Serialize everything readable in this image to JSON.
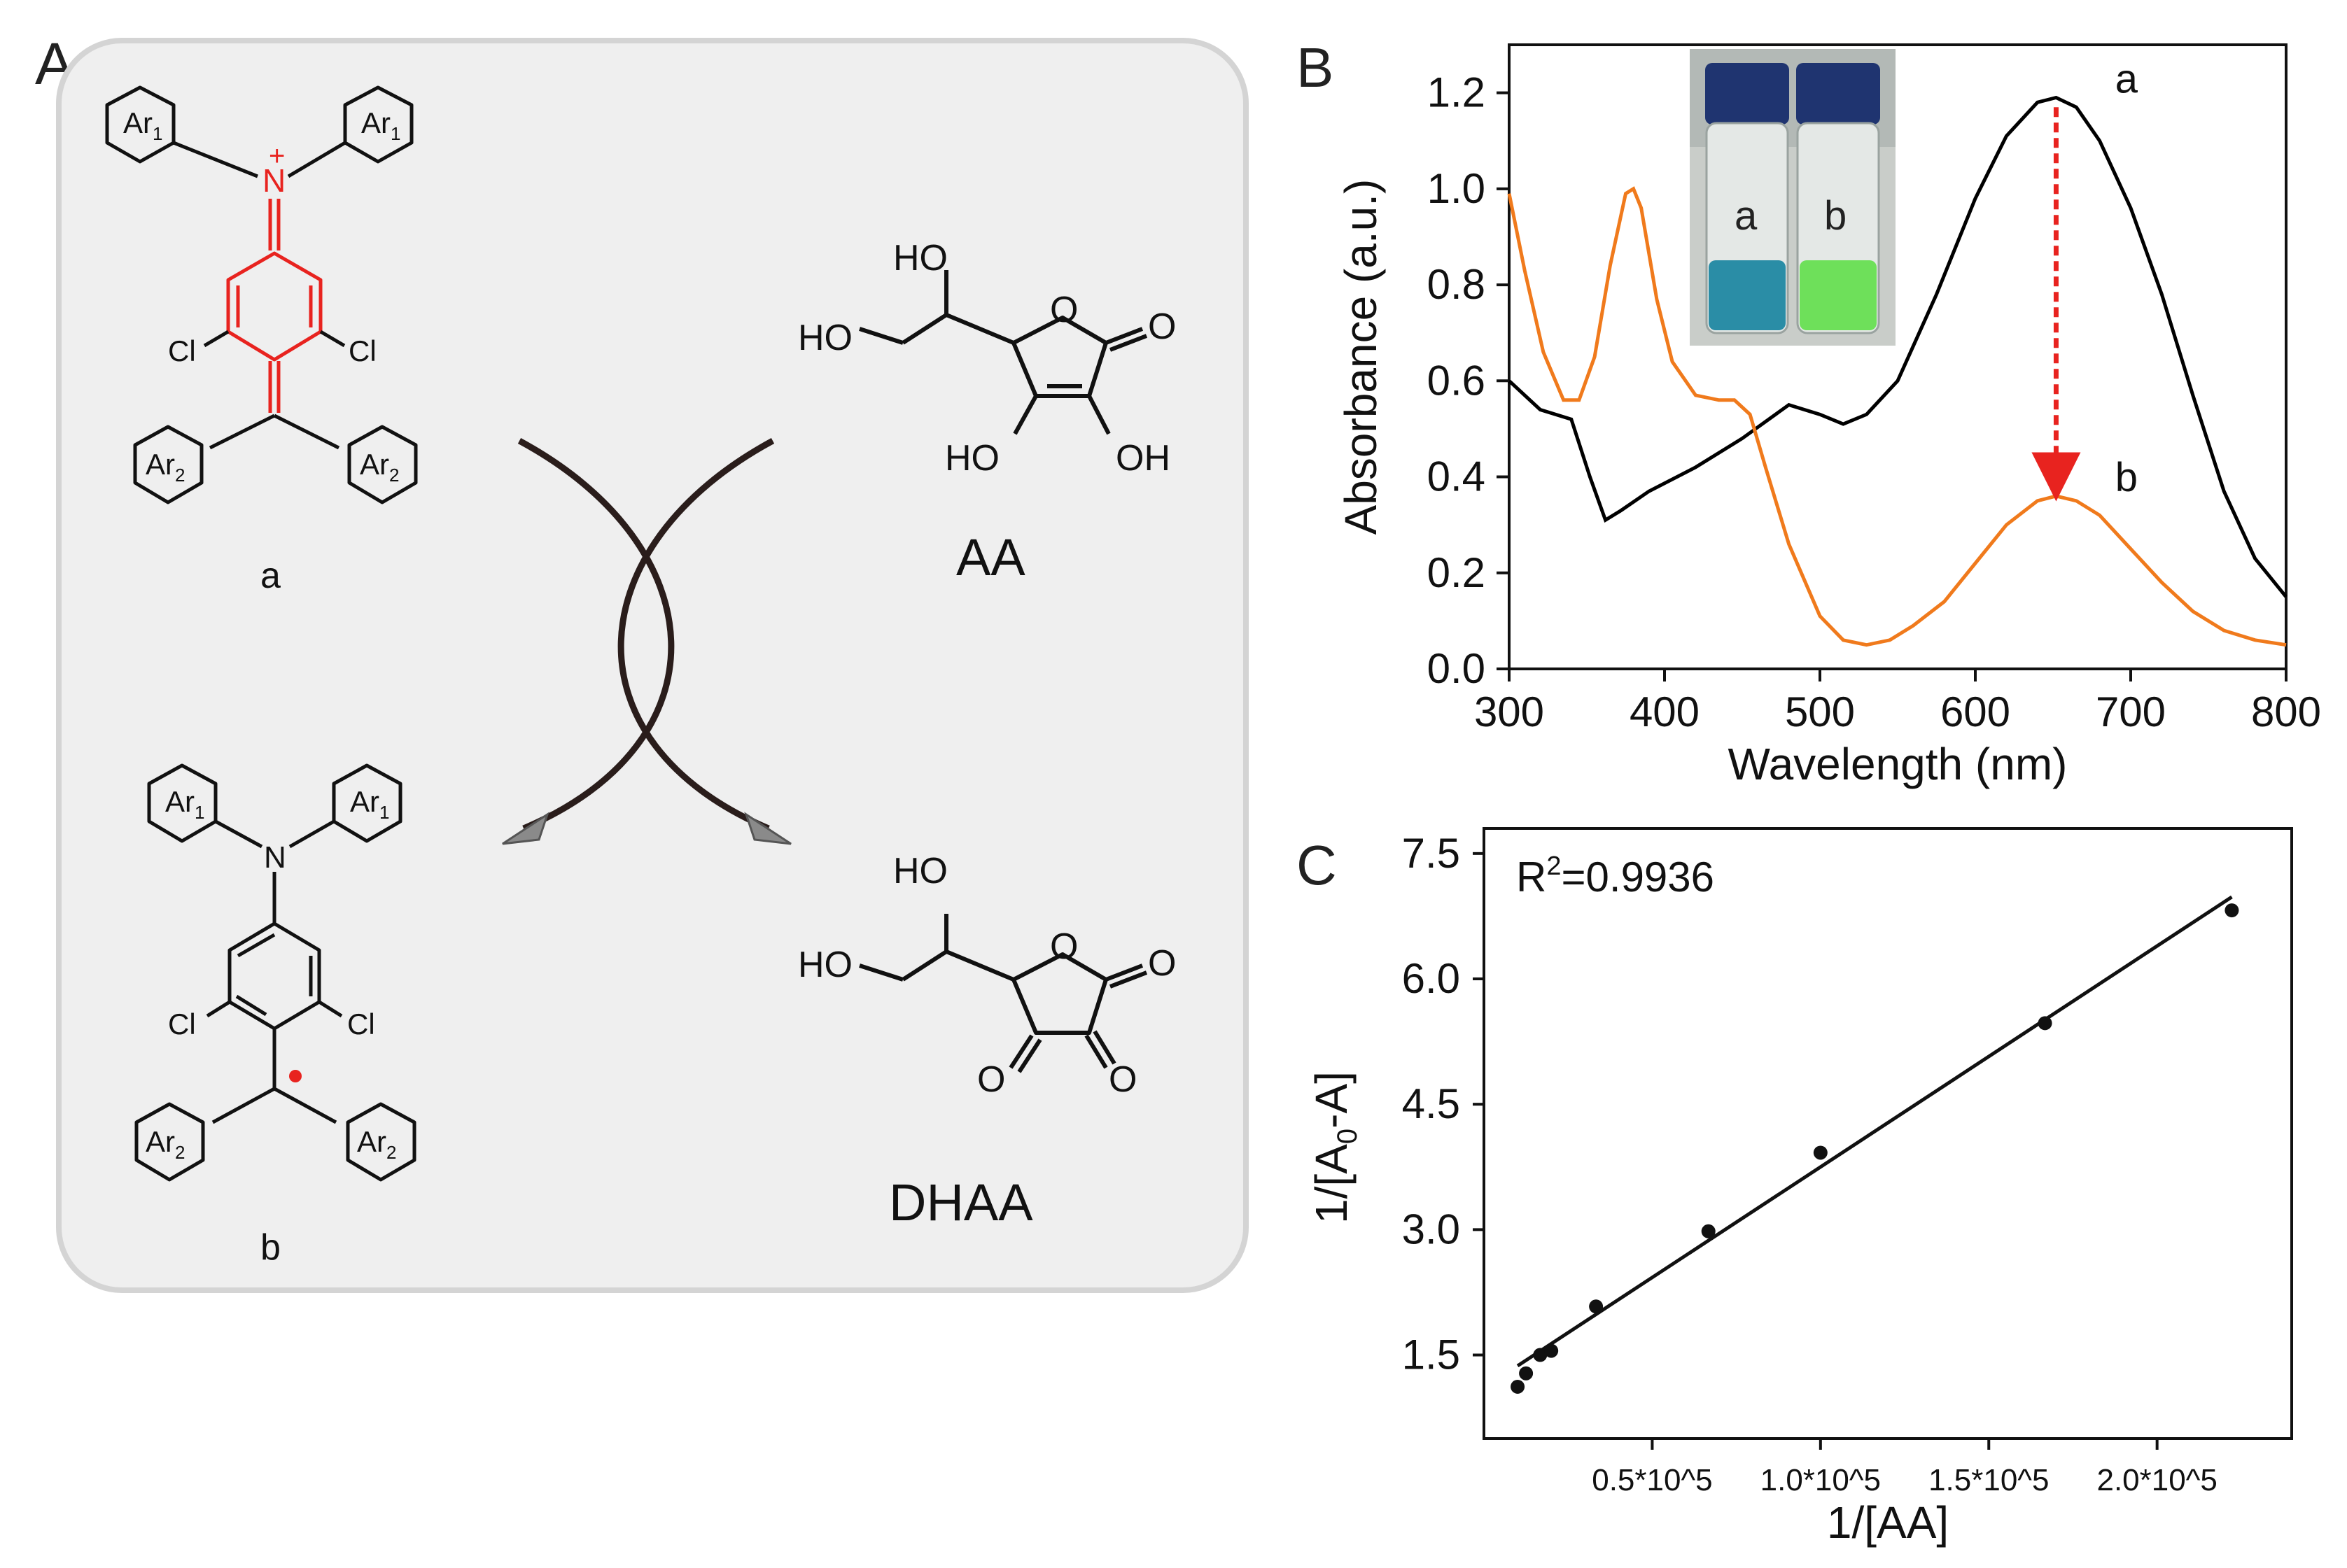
{
  "panels": {
    "A": {
      "label": "A",
      "mol_a": {
        "caption": "a",
        "ar1": "Ar",
        "ar1_sub": "1",
        "ar2": "Ar",
        "ar2_sub": "2",
        "cl": "Cl",
        "n": "N",
        "charge": "+"
      },
      "mol_b": {
        "caption": "b",
        "ar1": "Ar",
        "ar1_sub": "1",
        "ar2": "Ar",
        "ar2_sub": "2",
        "cl": "Cl",
        "n": "N"
      },
      "aa": {
        "caption": "AA",
        "ho": "HO",
        "o": "O",
        "oh": "OH"
      },
      "dhaa": {
        "caption": "DHAA",
        "ho": "HO",
        "o": "O"
      },
      "colors": {
        "highlight": "#e8231f",
        "panel_bg": "#efefef",
        "panel_border": "#d4d4d4",
        "arrow": "#2a1d1b"
      }
    },
    "B": {
      "label": "B",
      "inset": {
        "vial_a": "a",
        "vial_b": "b"
      }
    },
    "C": {
      "label": "C"
    }
  },
  "chart_data": [
    {
      "type": "line",
      "panel": "B",
      "xlabel": "Wavelength (nm)",
      "ylabel": "Absorbance (a.u.)",
      "xlim": [
        300,
        800
      ],
      "ylim": [
        0,
        1.3
      ],
      "xticks": [
        300,
        400,
        500,
        600,
        700,
        800
      ],
      "yticks": [
        0.0,
        0.2,
        0.4,
        0.6,
        0.8,
        1.0,
        1.2
      ],
      "xtick_labels": [
        "300",
        "400",
        "500",
        "600",
        "700",
        "800"
      ],
      "ytick_labels": [
        "0.0",
        "0.2",
        "0.4",
        "0.6",
        "0.8",
        "1.0",
        "1.2"
      ],
      "grid": false,
      "series": [
        {
          "name": "a",
          "color": "#000000",
          "x": [
            300,
            320,
            340,
            352,
            362,
            372,
            390,
            420,
            450,
            480,
            500,
            515,
            530,
            550,
            575,
            600,
            620,
            640,
            652,
            665,
            680,
            700,
            720,
            740,
            760,
            780,
            800
          ],
          "y": [
            0.6,
            0.54,
            0.52,
            0.4,
            0.31,
            0.33,
            0.37,
            0.42,
            0.48,
            0.55,
            0.53,
            0.51,
            0.53,
            0.6,
            0.78,
            0.98,
            1.11,
            1.18,
            1.19,
            1.17,
            1.1,
            0.96,
            0.78,
            0.57,
            0.37,
            0.23,
            0.15
          ]
        },
        {
          "name": "b",
          "color": "#f07a1c",
          "x": [
            300,
            310,
            322,
            335,
            345,
            355,
            365,
            375,
            380,
            385,
            395,
            405,
            420,
            435,
            445,
            455,
            465,
            480,
            500,
            515,
            530,
            545,
            560,
            580,
            600,
            620,
            640,
            652,
            665,
            680,
            700,
            720,
            740,
            760,
            780,
            800
          ],
          "y": [
            0.99,
            0.83,
            0.66,
            0.56,
            0.56,
            0.65,
            0.84,
            0.99,
            1.0,
            0.96,
            0.77,
            0.64,
            0.57,
            0.56,
            0.56,
            0.53,
            0.42,
            0.26,
            0.11,
            0.06,
            0.05,
            0.06,
            0.09,
            0.14,
            0.22,
            0.3,
            0.35,
            0.36,
            0.35,
            0.32,
            0.25,
            0.18,
            0.12,
            0.08,
            0.06,
            0.05
          ]
        }
      ],
      "annotations": {
        "label_a": "a",
        "label_b": "b",
        "arrow_color": "#e8231f"
      }
    },
    {
      "type": "scatter",
      "panel": "C",
      "xlabel": "1/[AA]",
      "ylabel": "1/[A0-A]",
      "ylabel_main": "1/[A",
      "ylabel_sub": "0",
      "ylabel_tail": "-A]",
      "annotation": "R²=0.9936",
      "annotation_main": "R",
      "annotation_sup": "2",
      "annotation_tail": "=0.9936",
      "xlim": [
        0,
        240000
      ],
      "ylim": [
        0.5,
        7.8
      ],
      "xticks": [
        50000,
        100000,
        150000,
        200000
      ],
      "xtick_labels": [
        "0.5*10^5",
        "1.0*10^5",
        "1.5*10^5",
        "2.0*10^5"
      ],
      "yticks": [
        1.5,
        3.0,
        4.5,
        6.0,
        7.5
      ],
      "ytick_labels": [
        "1.5",
        "3.0",
        "4.5",
        "6.0",
        "7.5"
      ],
      "grid": false,
      "points": {
        "x": [
          10000,
          12500,
          16700,
          20000,
          33300,
          66700,
          100000,
          166700,
          222200
        ],
        "y": [
          1.12,
          1.28,
          1.5,
          1.55,
          2.08,
          2.98,
          3.92,
          5.47,
          6.82
        ]
      },
      "fit": {
        "x": [
          10000,
          222200
        ],
        "y": [
          1.37,
          6.98
        ]
      }
    }
  ]
}
